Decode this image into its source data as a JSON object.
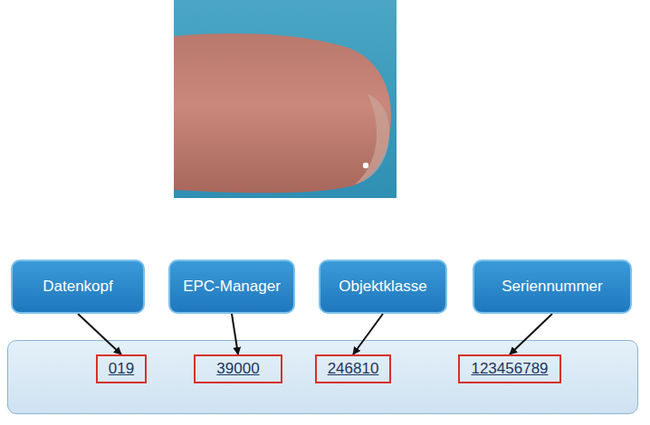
{
  "diagram": {
    "nodes": [
      {
        "text": [
          "Datenkopf"
        ]
      },
      {
        "text": [
          "EPC-Manager"
        ]
      },
      {
        "text": [
          "Objektklasse"
        ]
      },
      {
        "text": [
          "Seriennummer"
        ]
      },
      {
        "text": [
          "019"
        ]
      },
      {
        "text": [
          "39000"
        ]
      },
      {
        "text": [
          "246810"
        ]
      },
      {
        "text": [
          "123456789"
        ]
      }
    ],
    "edges": [
      {
        "from": 0,
        "to": 4,
        "arrow": "to"
      },
      {
        "from": 1,
        "to": 5,
        "arrow": "to"
      },
      {
        "from": 2,
        "to": 6,
        "arrow": "to"
      },
      {
        "from": 3,
        "to": 7,
        "arrow": "to"
      }
    ]
  }
}
